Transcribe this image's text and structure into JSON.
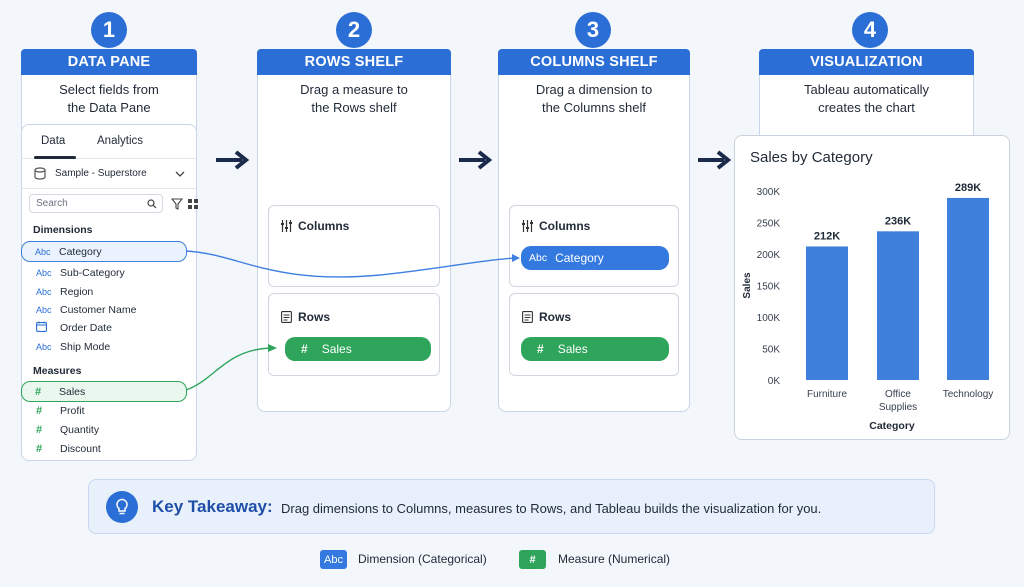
{
  "steps": [
    {
      "number": "1",
      "title": "DATA PANE",
      "desc_line1": "Select fields from",
      "desc_line2": "the Data Pane"
    },
    {
      "number": "2",
      "title": "ROWS SHELF",
      "desc_line1": "Drag a measure to",
      "desc_line2": "the Rows shelf"
    },
    {
      "number": "3",
      "title": "COLUMNS SHELF",
      "desc_line1": "Drag a dimension to",
      "desc_line2": "the Columns shelf"
    },
    {
      "number": "4",
      "title": "VISUALIZATION",
      "desc_line1": "Tableau automatically",
      "desc_line2": "creates the chart"
    }
  ],
  "data_pane": {
    "tabs": [
      "Data",
      "Analytics"
    ],
    "datasource": "Sample - Superstore",
    "search_placeholder": "Search",
    "dimensions_label": "Dimensions",
    "dimensions": [
      {
        "type": "Abc",
        "name": "Category"
      },
      {
        "type": "Abc",
        "name": "Sub-Category"
      },
      {
        "type": "Abc",
        "name": "Region"
      },
      {
        "type": "Abc",
        "name": "Customer Name"
      },
      {
        "type": "calendar",
        "name": "Order Date"
      },
      {
        "type": "Abc",
        "name": "Ship Mode"
      }
    ],
    "measures_label": "Measures",
    "measures": [
      {
        "type": "#",
        "name": "Sales"
      },
      {
        "type": "#",
        "name": "Profit"
      },
      {
        "type": "#",
        "name": "Quantity"
      },
      {
        "type": "#",
        "name": "Discount"
      }
    ]
  },
  "shelves": {
    "columns_label": "Columns",
    "rows_label": "Rows",
    "rows_pill": "Sales",
    "rows_pill_type": "#",
    "columns_pill": "Category",
    "columns_pill_type": "Abc"
  },
  "chart_data": {
    "type": "bar",
    "title": "Sales by Category",
    "categories": [
      "Furniture",
      "Office Supplies",
      "Technology"
    ],
    "category_labels": [
      [
        "Furniture"
      ],
      [
        "Office",
        "Supplies"
      ],
      [
        "Technology"
      ]
    ],
    "values": [
      212,
      236,
      289
    ],
    "data_labels": [
      "212K",
      "236K",
      "289K"
    ],
    "xlabel": "Category",
    "ylabel": "Sales",
    "ylim": [
      0,
      300
    ],
    "yticks": [
      0,
      50,
      100,
      150,
      200,
      250,
      300
    ],
    "ytick_labels": [
      "0K",
      "50K",
      "100K",
      "150K",
      "200K",
      "250K",
      "300K"
    ],
    "grid": false,
    "bar_color": "#3f80dc"
  },
  "takeaway": {
    "label": "Key Takeaway:",
    "text": "Drag dimensions to Columns, measures to Rows, and Tableau builds the visualization for you."
  },
  "legend": [
    {
      "chip": "Abc",
      "label": "Dimension (Categorical)",
      "color": "#3379e0"
    },
    {
      "chip": "#",
      "label": "Measure (Numerical)",
      "color": "#2ea55b"
    }
  ],
  "colors": {
    "accent": "#2b6fd6",
    "dimension": "#3379e0",
    "measure": "#2ea55b"
  }
}
